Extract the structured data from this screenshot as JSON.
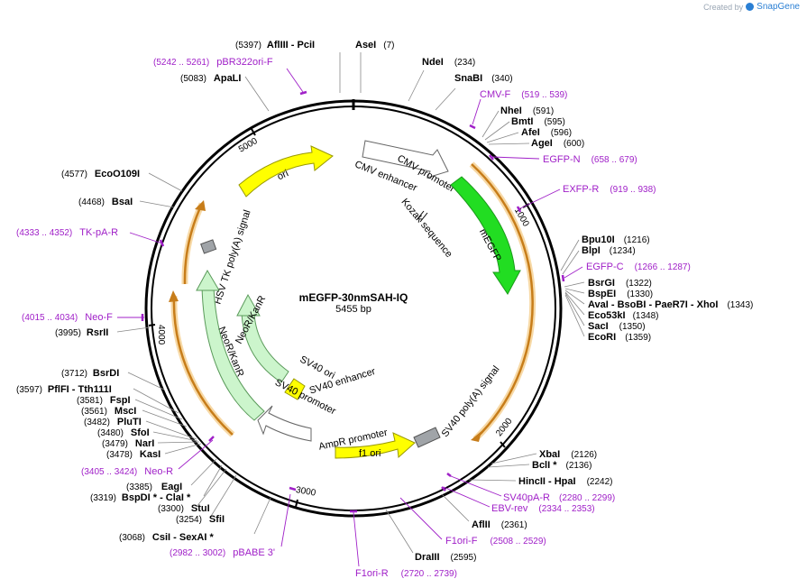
{
  "branding": {
    "created_by": "Created by",
    "product": "SnapGene"
  },
  "map": {
    "name": "mEGFP-30nmSAH-IQ",
    "length": "5455 bp",
    "total_bp": 5455
  },
  "ticks": [
    "1000",
    "2000",
    "3000",
    "4000",
    "5000"
  ],
  "sites": [
    {
      "name": "AflIII  - PciI",
      "pos": "(5397)"
    },
    {
      "name": "AseI",
      "pos": "(7)"
    },
    {
      "name": "NdeI",
      "pos": "(234)"
    },
    {
      "name": "SnaBI",
      "pos": "(340)"
    },
    {
      "name": "NheI",
      "pos": "(591)"
    },
    {
      "name": "BmtI",
      "pos": "(595)"
    },
    {
      "name": "AfeI",
      "pos": "(596)"
    },
    {
      "name": "AgeI",
      "pos": "(600)"
    },
    {
      "name": "Bpu10I",
      "pos": "(1216)"
    },
    {
      "name": "BlpI",
      "pos": "(1234)"
    },
    {
      "name": "BsrGI",
      "pos": "(1322)"
    },
    {
      "name": "BspEI",
      "pos": "(1330)"
    },
    {
      "name": "AvaI  - BsoBI  - PaeR7I  - XhoI",
      "pos": "(1343)"
    },
    {
      "name": "Eco53kI",
      "pos": "(1348)"
    },
    {
      "name": "SacI",
      "pos": "(1350)"
    },
    {
      "name": "EcoRI",
      "pos": "(1359)"
    },
    {
      "name": "XbaI",
      "pos": "(2126)"
    },
    {
      "name": "BclI *",
      "pos": "(2136)"
    },
    {
      "name": "HincII  - HpaI",
      "pos": "(2242)"
    },
    {
      "name": "AflII",
      "pos": "(2361)"
    },
    {
      "name": "DraIII",
      "pos": "(2595)"
    },
    {
      "name": "CsiI  - SexAI *",
      "pos": "(3068)"
    },
    {
      "name": "SfiI",
      "pos": "(3254)"
    },
    {
      "name": "StuI",
      "pos": "(3300)"
    },
    {
      "name": "BspDI *  - ClaI *",
      "pos": "(3319)"
    },
    {
      "name": "EagI",
      "pos": "(3385)"
    },
    {
      "name": "KasI",
      "pos": "(3478)"
    },
    {
      "name": "NarI",
      "pos": "(3479)"
    },
    {
      "name": "SfoI",
      "pos": "(3480)"
    },
    {
      "name": "PluTI",
      "pos": "(3482)"
    },
    {
      "name": "MscI",
      "pos": "(3561)"
    },
    {
      "name": "FspI",
      "pos": "(3581)"
    },
    {
      "name": "PflFI  - Tth111I",
      "pos": "(3597)"
    },
    {
      "name": "BsrDI",
      "pos": "(3712)"
    },
    {
      "name": "RsrII",
      "pos": "(3995)"
    },
    {
      "name": "BsaI",
      "pos": "(4468)"
    },
    {
      "name": "EcoO109I",
      "pos": "(4577)"
    },
    {
      "name": "ApaLI",
      "pos": "(5083)"
    }
  ],
  "primers": [
    {
      "name": "pBR322ori-F",
      "range": "(5242 .. 5261)"
    },
    {
      "name": "CMV-F",
      "range": "(519 .. 539)"
    },
    {
      "name": "EGFP-N",
      "range": "(658 .. 679)"
    },
    {
      "name": "EXFP-R",
      "range": "(919 .. 938)"
    },
    {
      "name": "EGFP-C",
      "range": "(1266 .. 1287)"
    },
    {
      "name": "SV40pA-R",
      "range": "(2280 .. 2299)"
    },
    {
      "name": "EBV-rev",
      "range": "(2334 .. 2353)"
    },
    {
      "name": "F1ori-F",
      "range": "(2508 .. 2529)"
    },
    {
      "name": "F1ori-R",
      "range": "(2720 .. 2739)"
    },
    {
      "name": "pBABE 3'",
      "range": "(2982 .. 3002)"
    },
    {
      "name": "Neo-R",
      "range": "(3405 .. 3424)"
    },
    {
      "name": "Neo-F",
      "range": "(4015 .. 4034)"
    },
    {
      "name": "TK-pA-R",
      "range": "(4333 .. 4352)"
    }
  ],
  "features": {
    "cmv_enhancer": "CMV enhancer",
    "cmv_promoter": "CMV promoter",
    "kozak": "Kozak sequence",
    "megfp": "mEGFP",
    "ori": "ori",
    "hsv_tk": "HSV TK poly(A) signal",
    "neo_inner": "NeoR/KanR",
    "neo_outer": "NeoR/KanR",
    "sv40_ori": "SV40 ori",
    "sv40_enhancer": "SV40 enhancer",
    "sv40_promoter": "SV40 promoter",
    "ampr_promoter": "AmpR promoter",
    "f1_ori": "f1 ori",
    "sv40_polya": "SV40 poly(A) signal"
  },
  "colors": {
    "megfp": "#22dd22",
    "ori": "#ffff00",
    "neo": "#ccf5cc",
    "orf_arc": "#e6a13a",
    "primer": "#a020c8",
    "backbone": "#000000",
    "gray_feature": "#a0a4a8"
  }
}
